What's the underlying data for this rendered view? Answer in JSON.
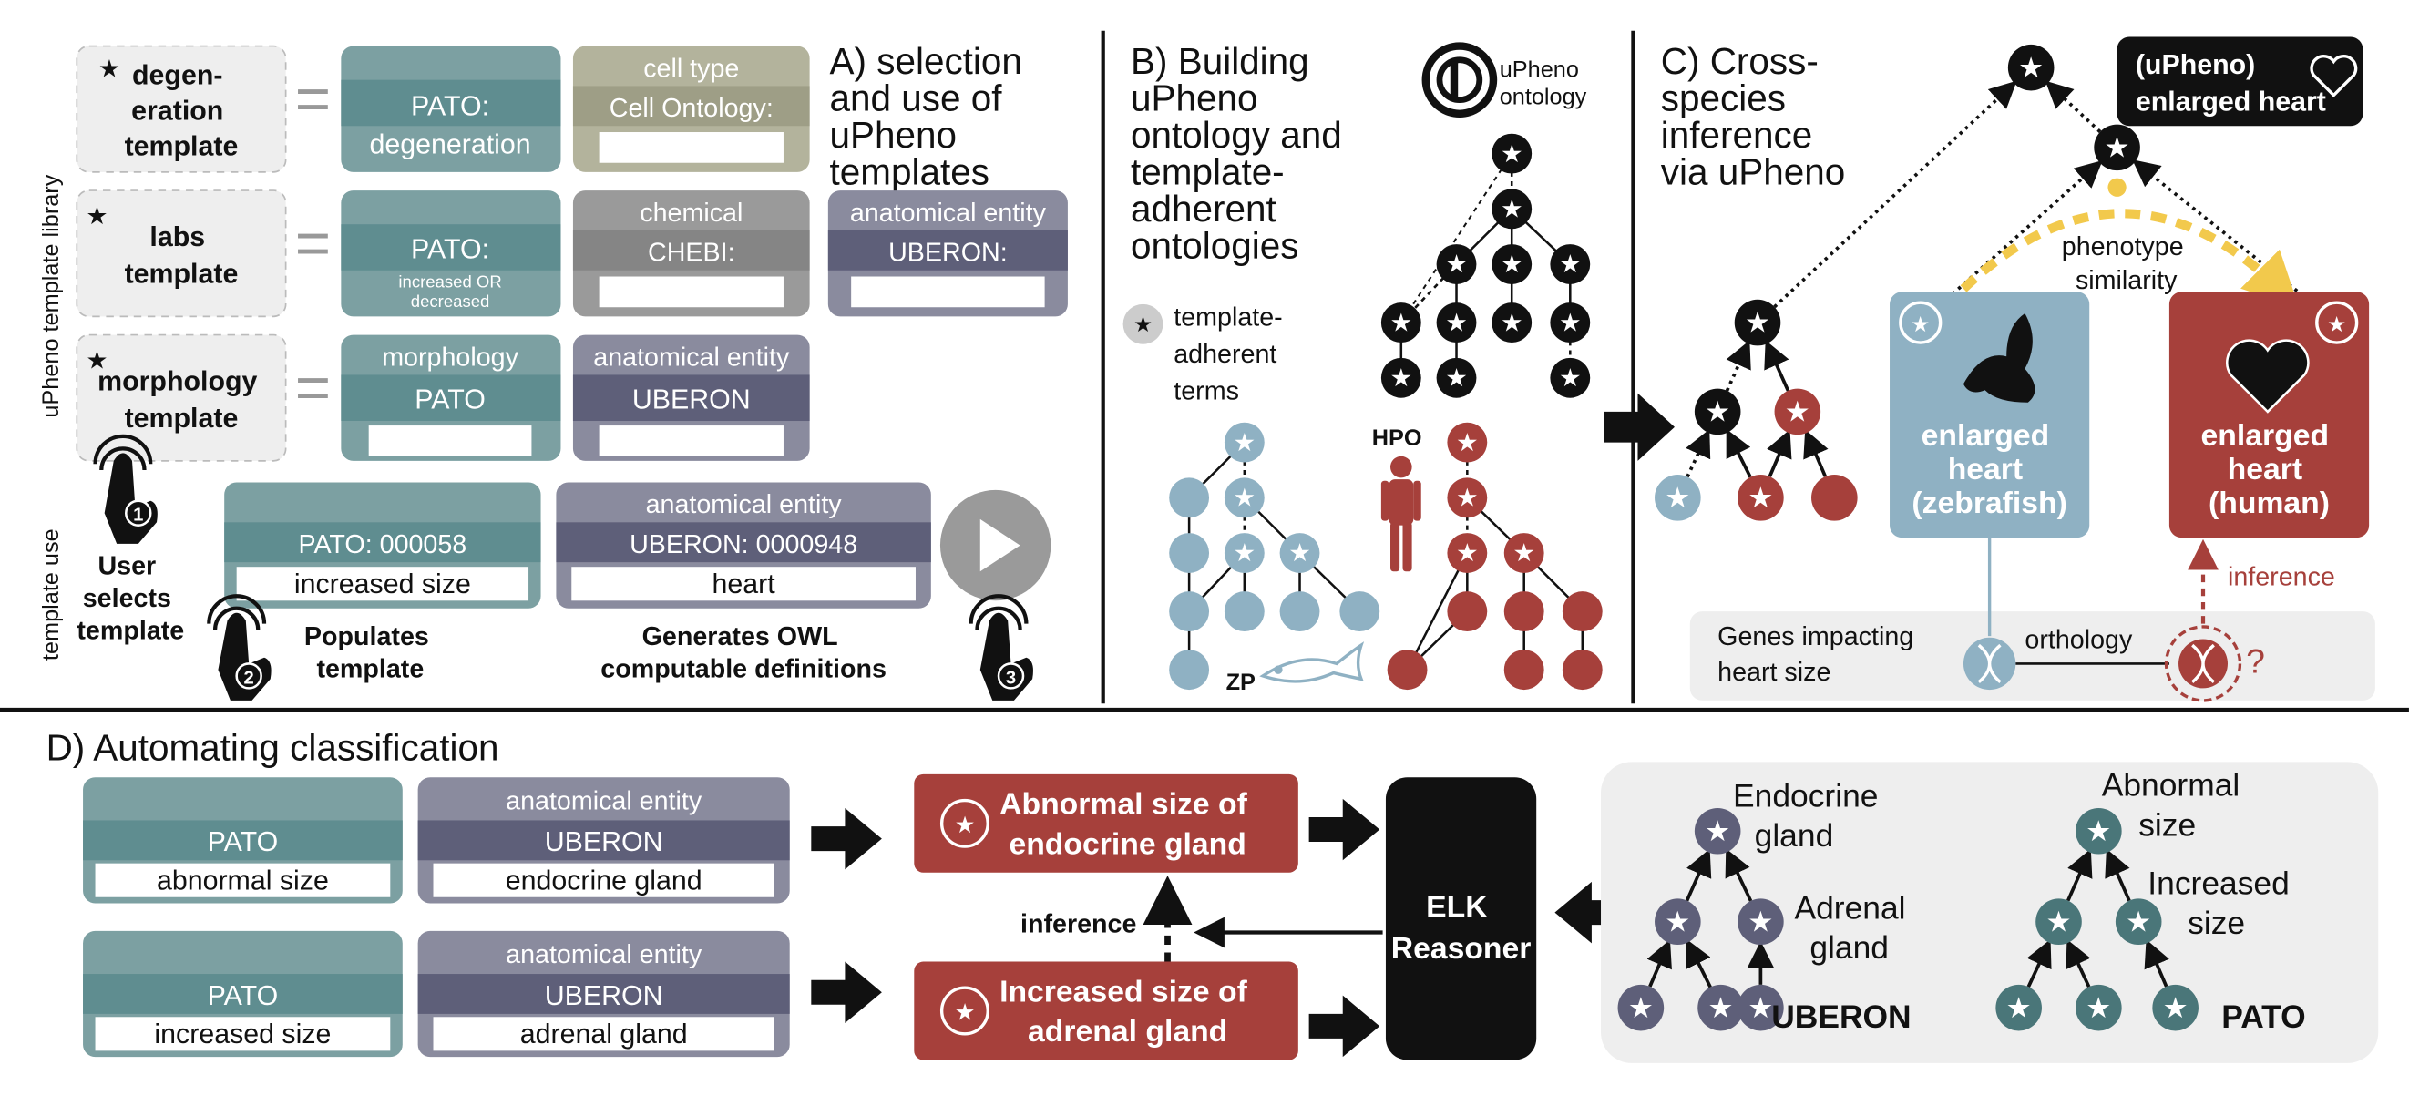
{
  "panelA": {
    "title": [
      "A) selection",
      "and use of",
      "uPheno",
      "templates"
    ],
    "side_label_library": "uPheno template library",
    "side_label_use": "template use",
    "templates": [
      {
        "label": [
          "degen-",
          "eration",
          "template"
        ],
        "pato_header": "",
        "pato_value": "PATO:",
        "pato_value2": "degeneration",
        "pato_sub": "",
        "entity_header": "cell type",
        "entity_value": "Cell Ontology:"
      },
      {
        "label": [
          "labs",
          "template"
        ],
        "pato_header": "",
        "pato_value": "PATO:",
        "pato_value2": "",
        "pato_sub": "increased OR decreased",
        "entity_header": "chemical",
        "entity_value": "CHEBI:",
        "extra_header": "anatomical entity",
        "extra_value": "UBERON:"
      },
      {
        "label": [
          "morphology",
          "template"
        ],
        "pato_header": "morphology",
        "pato_value": "PATO",
        "pato_value2": "",
        "pato_sub": "",
        "entity_header": "anatomical entity",
        "entity_value": "UBERON"
      }
    ],
    "filled": {
      "pato_value": "PATO: 000058",
      "pato_term": "increased size",
      "entity_header": "anatomical entity",
      "entity_value": "UBERON: 0000948",
      "entity_term": "heart"
    },
    "step1": [
      "User",
      "selects",
      "template"
    ],
    "step2": [
      "Populates",
      "template"
    ],
    "step3": [
      "Generates OWL",
      "computable definitions"
    ],
    "step_numbers": [
      "1",
      "2",
      "3"
    ]
  },
  "panelB": {
    "title": [
      "B) Building",
      "uPheno",
      "ontology and",
      "template-",
      "adherent",
      "ontologies"
    ],
    "logo_text": [
      "uPheno",
      "ontology"
    ],
    "legend": [
      "template-",
      "adherent",
      "terms"
    ],
    "hpo": "HPO",
    "zp": "ZP"
  },
  "panelC": {
    "title": [
      "C) Cross-",
      "species",
      "inference",
      "via uPheno"
    ],
    "badge": [
      "(uPheno)",
      "enlarged heart"
    ],
    "similarity": [
      "phenotype",
      "similarity"
    ],
    "zebrafish": [
      "enlarged",
      "heart",
      "(zebrafish)"
    ],
    "human": [
      "enlarged",
      "heart",
      "(human)"
    ],
    "inference": "inference",
    "genes": [
      "Genes impacting",
      "heart size"
    ],
    "orthology": "orthology",
    "question": "?"
  },
  "panelD": {
    "title": "D) Automating classification",
    "rows": [
      {
        "pato_header": "PATO",
        "pato_term": "abnormal size",
        "entity_header": "anatomical entity",
        "entity_value": "UBERON",
        "entity_term": "endocrine gland"
      },
      {
        "pato_header": "PATO",
        "pato_term": "increased size",
        "entity_header": "anatomical entity",
        "entity_value": "UBERON",
        "entity_term": "adrenal gland"
      }
    ],
    "class_top": [
      "Abnormal size of",
      "endocrine gland"
    ],
    "class_bottom": [
      "Increased size of",
      "adrenal gland"
    ],
    "inference": "inference",
    "reasoner": [
      "ELK",
      "Reasoner"
    ],
    "uberon_tree": {
      "top": [
        "Endocrine",
        "gland"
      ],
      "child": [
        "Adrenal",
        "gland"
      ],
      "name": "UBERON"
    },
    "pato_tree": {
      "top": [
        "Abnormal",
        "size"
      ],
      "child": [
        "Increased",
        "size"
      ],
      "name": "PATO"
    }
  },
  "colors": {
    "teal": "#5f8d90",
    "teal_dark": "#4a7679",
    "slate": "#5e5f79",
    "slate_light": "#8a8b9e",
    "olive": "#b3b39c",
    "grey": "#9a9a9a",
    "red": "#a6403b",
    "blue": "#8fb1c3",
    "yellow": "#f2c94c"
  }
}
